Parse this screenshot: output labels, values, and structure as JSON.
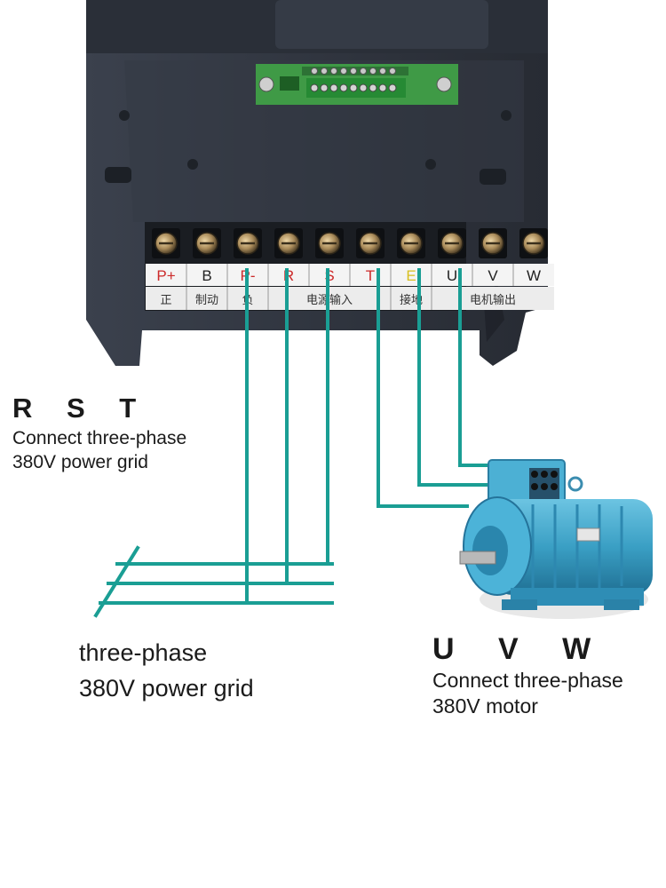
{
  "terminals": {
    "codes": [
      "P+",
      "B",
      "P-",
      "R",
      "S",
      "T",
      "E",
      "U",
      "V",
      "W"
    ],
    "colors": [
      "#cc2a2a",
      "#222222",
      "#cc2a2a",
      "#cc2a2a",
      "#cc2a2a",
      "#cc2a2a",
      "#d8c020",
      "#222222",
      "#222222",
      "#222222"
    ],
    "cn_labels": [
      "正",
      "制动",
      "负",
      "电源输入",
      "接地",
      "电机输出"
    ]
  },
  "rst_label": {
    "title": "R S T",
    "line1": "Connect three-phase",
    "line2": "380V power grid"
  },
  "grid_label": {
    "line1": "three-phase",
    "line2": "380V power grid"
  },
  "uvw_label": {
    "title": "U V W",
    "line1": "Connect three-phase",
    "line2": "380V motor"
  },
  "colors": {
    "wire": "#1a9e94",
    "inverter_body": "#2c313c",
    "motor": "#3a9fc4",
    "pcb": "#3f9a46"
  }
}
